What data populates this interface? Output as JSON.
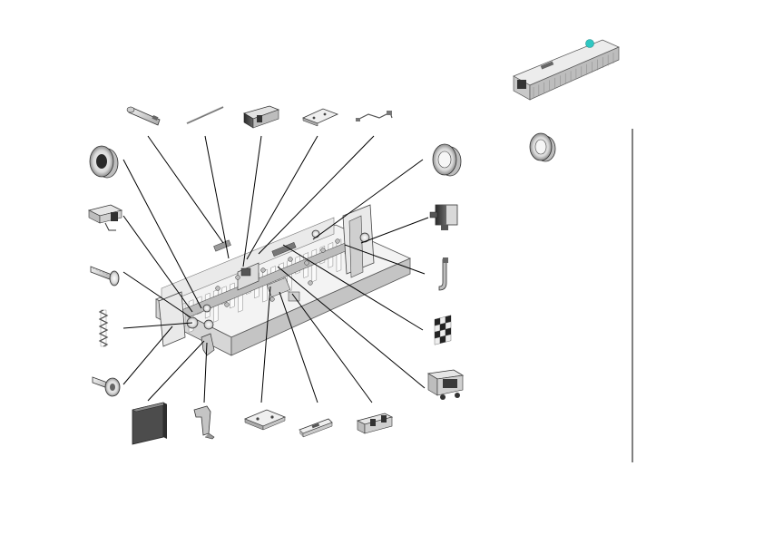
{
  "diagram": {
    "kind": "exploded-parts-view",
    "line_color": "#000000",
    "part_fill": "#e6e6e6",
    "shade_fill": "#9a9a9a",
    "dark_fill": "#3a3a3a",
    "accent_color": "#2fc7c2",
    "main_assembly": "fuser-unit-exploded",
    "overview_thumbnail": "fuser-unit-overview",
    "parts": [
      {
        "id": "top-1",
        "icon": "lever-pin-icon"
      },
      {
        "id": "top-2",
        "icon": "wire-rod-icon"
      },
      {
        "id": "top-3",
        "icon": "clip-block-icon"
      },
      {
        "id": "top-4",
        "icon": "bracket-plate-icon"
      },
      {
        "id": "top-5",
        "icon": "wire-harness-icon"
      },
      {
        "id": "left-1",
        "icon": "bushing-icon"
      },
      {
        "id": "left-2",
        "icon": "latch-clamp-icon"
      },
      {
        "id": "left-3",
        "icon": "screw-icon"
      },
      {
        "id": "left-4",
        "icon": "spring-icon"
      },
      {
        "id": "left-5",
        "icon": "gear-screw-icon"
      },
      {
        "id": "right-1",
        "icon": "bushing-icon"
      },
      {
        "id": "right-2",
        "icon": "sensor-block-icon"
      },
      {
        "id": "right-3",
        "icon": "hook-lever-icon"
      },
      {
        "id": "right-4",
        "icon": "checkered-flag-icon"
      },
      {
        "id": "right-5",
        "icon": "thermostat-icon"
      },
      {
        "id": "bottom-1",
        "icon": "cover-box-icon"
      },
      {
        "id": "bottom-2",
        "icon": "latch-arm-icon"
      },
      {
        "id": "bottom-3",
        "icon": "mounting-plate-icon"
      },
      {
        "id": "bottom-4",
        "icon": "slotted-plate-icon"
      },
      {
        "id": "bottom-5",
        "icon": "connector-icon"
      },
      {
        "id": "side-1",
        "icon": "bushing-icon"
      }
    ]
  }
}
